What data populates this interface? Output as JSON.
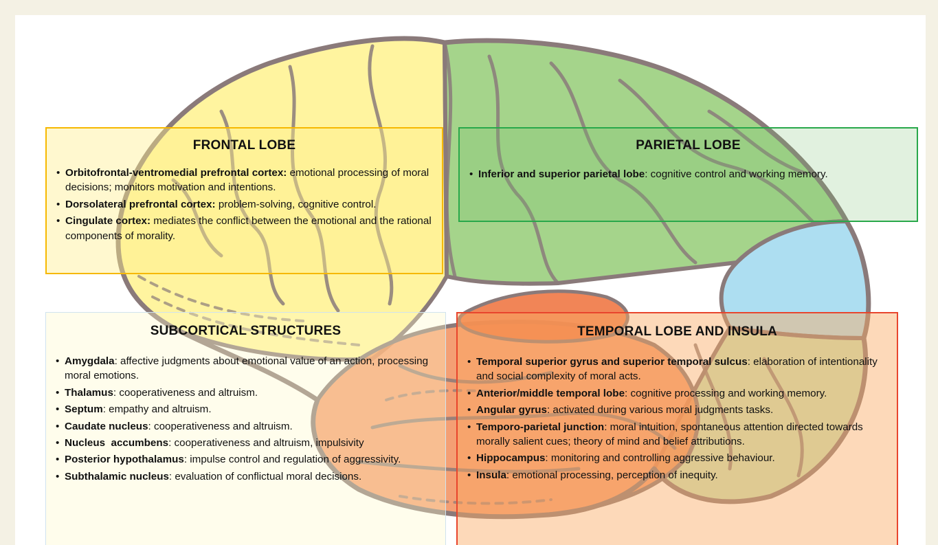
{
  "colors": {
    "frontal": "#fff07a",
    "parietal": "#8cc86a",
    "occipital": "#9fd8ee",
    "temporal": "#f28a55",
    "outline": "#8a7a7a"
  },
  "frontal": {
    "title": "FRONTAL LOBE",
    "items": [
      {
        "term": "Orbitofrontal-ventromedial prefrontal cortex:",
        "desc": " emotional processing of moral decisions; monitors motivation and intentions."
      },
      {
        "term": "Dorsolateral prefrontal cortex:",
        "desc": " problem-solving, cognitive control."
      },
      {
        "term": "Cingulate cortex:",
        "desc": " mediates the conflict between the emotional and the rational components of morality."
      }
    ]
  },
  "parietal": {
    "title": "PARIETAL LOBE",
    "items": [
      {
        "term": "Inferior and superior parietal lobe",
        "desc": ": cognitive control and working memory."
      }
    ]
  },
  "subcortical": {
    "title": "SUBCORTICAL STRUCTURES",
    "items": [
      {
        "term": "Amygdala",
        "desc": ": affective judgments about emotional value of an action, processing moral emotions."
      },
      {
        "term": "Thalamus",
        "desc": ": cooperativeness and altruism."
      },
      {
        "term": "Septum",
        "desc": ": empathy and altruism."
      },
      {
        "term": "Caudate nucleus",
        "desc": ": cooperativeness and altruism."
      },
      {
        "term": "Nucleus  accumbens",
        "desc": ": cooperativeness and altruism, impulsivity"
      },
      {
        "term": "Posterior hypothalamus",
        "desc": ": impulse control and regulation of aggressivity."
      },
      {
        "term": "Subthalamic nucleus",
        "desc": ": evaluation of conflictual moral decisions."
      }
    ]
  },
  "temporal": {
    "title": "TEMPORAL LOBE AND INSULA",
    "items": [
      {
        "term": "Temporal superior gyrus and superior temporal sulcus",
        "desc": ": elaboration of intentionality and social complexity of moral acts."
      },
      {
        "term": "Anterior/middle temporal lobe",
        "desc": ": cognitive processing and working memory."
      },
      {
        "term": "Angular gyrus",
        "desc": ": activated during various moral judgments tasks."
      },
      {
        "term": "Temporo-parietal junction",
        "desc": ": moral intuition, spontaneous attention directed towards morally salient cues; theory of mind and belief attributions."
      },
      {
        "term": "Hippocampus",
        "desc": ": monitoring and controlling aggressive behaviour."
      },
      {
        "term": "Insula",
        "desc": ": emotional processing, perception of inequity."
      }
    ]
  }
}
